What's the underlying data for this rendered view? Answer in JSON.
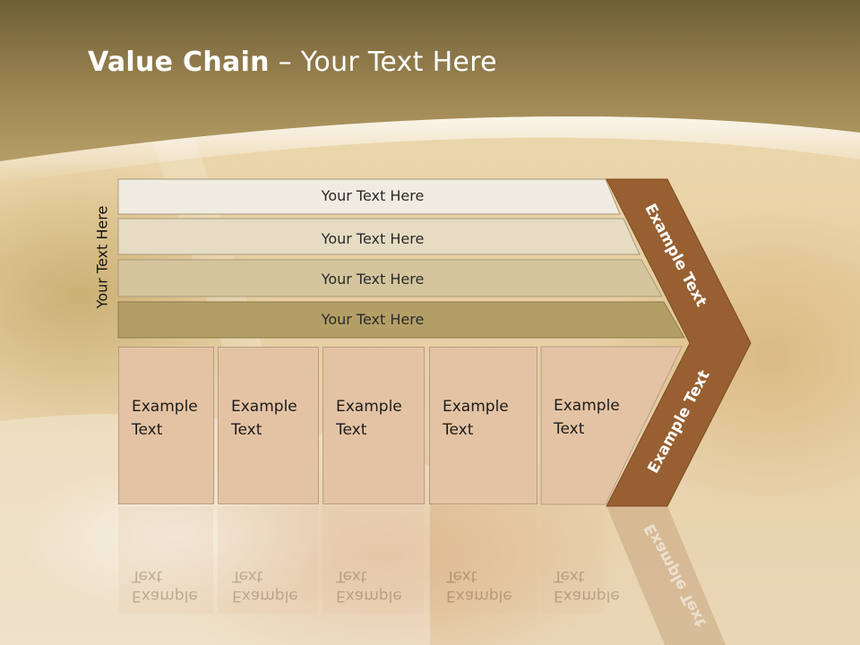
{
  "title": {
    "bold": "Value Chain",
    "rest": " – Your Text Here"
  },
  "side_label": "Your Text Here",
  "bars": [
    {
      "label": "Your Text Here"
    },
    {
      "label": "Your Text Here"
    },
    {
      "label": "Your Text Here"
    },
    {
      "label": "Your Text Here"
    }
  ],
  "boxes": [
    {
      "line1": "Example",
      "line2": "Text"
    },
    {
      "line1": "Example",
      "line2": "Text"
    },
    {
      "line1": "Example",
      "line2": "Text"
    },
    {
      "line1": "Example",
      "line2": "Text"
    },
    {
      "line1": "Example",
      "line2": "Text"
    }
  ],
  "chevron": {
    "upper": "Example Text",
    "lower": "Example Text"
  },
  "colors": {
    "header": "#9b8451",
    "chevron": "#985f31",
    "boxes": "#e4c3a4",
    "bars": [
      "#f1ece2",
      "#e5dcc3",
      "#d4c59d",
      "#b39f66"
    ]
  }
}
